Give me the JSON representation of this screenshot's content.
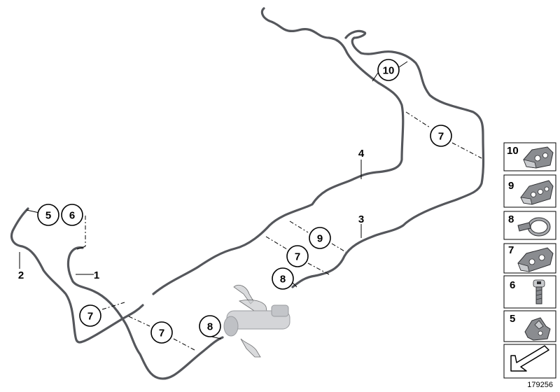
{
  "diagram": {
    "callouts": [
      {
        "id": "c10-top",
        "label": "10"
      },
      {
        "id": "c7-upper-right",
        "label": "7"
      },
      {
        "id": "c5-left",
        "label": "5"
      },
      {
        "id": "c6-left",
        "label": "6"
      },
      {
        "id": "c9-mid",
        "label": "9"
      },
      {
        "id": "c7-mid",
        "label": "7"
      },
      {
        "id": "c8-mid",
        "label": "8"
      },
      {
        "id": "c7-lower-left",
        "label": "7"
      },
      {
        "id": "c7-lower-mid",
        "label": "7"
      },
      {
        "id": "c8-lower",
        "label": "8"
      }
    ],
    "labels": [
      {
        "id": "l4",
        "label": "4"
      },
      {
        "id": "l3",
        "label": "3"
      },
      {
        "id": "l2",
        "label": "2"
      },
      {
        "id": "l1",
        "label": "1"
      }
    ]
  },
  "legend": {
    "items": [
      {
        "number": "10",
        "icon": "double-pipe-clip-icon"
      },
      {
        "number": "9",
        "icon": "triple-pipe-clip-icon"
      },
      {
        "number": "8",
        "icon": "hose-clamp-icon"
      },
      {
        "number": "7",
        "icon": "pipe-clip-icon"
      },
      {
        "number": "6",
        "icon": "socket-head-screw-icon"
      },
      {
        "number": "5",
        "icon": "bracket-clip-icon"
      }
    ],
    "footer_icon": "arrow-icon"
  },
  "reference_number": "179256"
}
